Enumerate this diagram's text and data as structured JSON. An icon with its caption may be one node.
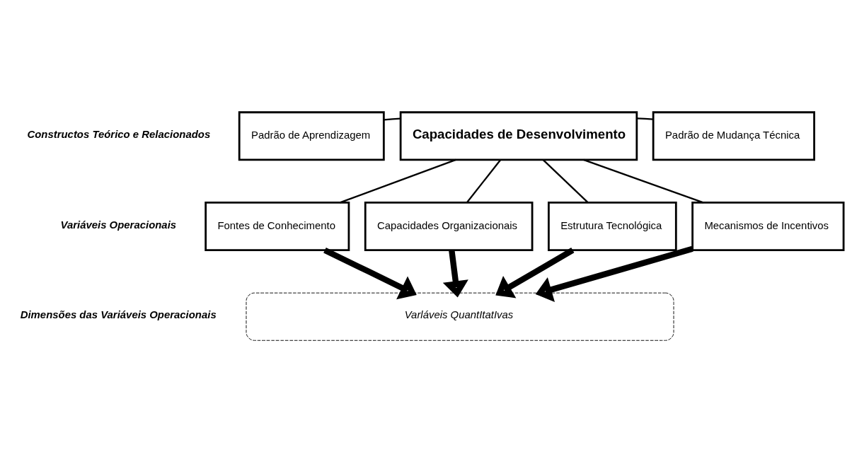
{
  "diagram": {
    "nodes": [
      {
        "text": [
          "Padrão de Aprendizagem"
        ]
      },
      {
        "text": [
          "Capacidades de Desenvolvimento"
        ]
      },
      {
        "text": [
          "Padrão de Mudança Técnica"
        ]
      },
      {
        "text": [
          "Fontes de Conhecimento"
        ]
      },
      {
        "text": [
          "Capacidades Organizacionais"
        ]
      },
      {
        "text": [
          "Estrutura Tecnológica"
        ]
      },
      {
        "text": [
          "Mecanismos de Incentivos"
        ]
      },
      {
        "text": [
          "Varláveis QuantItatIvas"
        ]
      }
    ],
    "edges": [
      {
        "from": 0,
        "to": 1,
        "arrow": "none"
      },
      {
        "from": 1,
        "to": 2,
        "arrow": "none"
      },
      {
        "from": 1,
        "to": 3,
        "arrow": "none"
      },
      {
        "from": 1,
        "to": 4,
        "arrow": "none"
      },
      {
        "from": 1,
        "to": 5,
        "arrow": "none"
      },
      {
        "from": 1,
        "to": 6,
        "arrow": "none"
      },
      {
        "from": 3,
        "to": 7,
        "arrow": "to",
        "style": "thick"
      },
      {
        "from": 4,
        "to": 7,
        "arrow": "to",
        "style": "thick"
      },
      {
        "from": 5,
        "to": 7,
        "arrow": "to",
        "style": "thick"
      },
      {
        "from": 6,
        "to": 7,
        "arrow": "to",
        "style": "thick"
      }
    ],
    "labels": [
      "Constructos Teórico e Relacionados",
      "Variáveis Operacionais",
      "Dimensões das Variáveis Operacionais"
    ]
  }
}
